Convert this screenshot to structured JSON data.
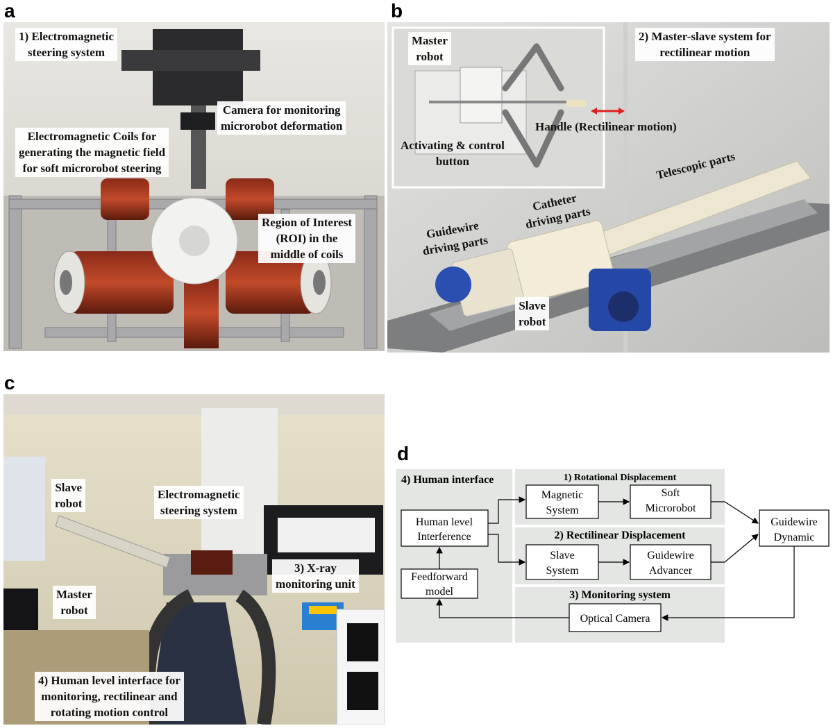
{
  "panels": {
    "a": {
      "letter": "a",
      "labels": {
        "em_steering": [
          "1) Electromagnetic",
          "steering system"
        ],
        "camera": [
          "Camera for monitoring",
          "microrobot deformation"
        ],
        "coils": [
          "Electromagnetic Coils for",
          "generating the magnetic field",
          "for soft microrobot steering"
        ],
        "roi": [
          "Region of Interest",
          "(ROI) in the",
          "middle of coils"
        ]
      }
    },
    "b": {
      "letter": "b",
      "labels": {
        "master_slave": [
          "2) Master-slave system for",
          "rectilinear motion"
        ],
        "master_robot": [
          "Master",
          "robot"
        ],
        "activating": [
          "Activating & control",
          "button"
        ],
        "handle": "Handle (Rectilinear motion)",
        "telescopic": "Telescopic parts",
        "catheter": [
          "Catheter",
          "driving parts"
        ],
        "guidewire": [
          "Guidewire",
          "driving parts"
        ],
        "slave_robot": [
          "Slave",
          "robot"
        ]
      }
    },
    "c": {
      "letter": "c",
      "labels": {
        "slave_robot": [
          "Slave",
          "robot"
        ],
        "em_steering": [
          "Electromagnetic",
          "steering system"
        ],
        "xray": [
          "3) X-ray",
          "monitoring unit"
        ],
        "master_robot": [
          "Master",
          "robot"
        ],
        "human_interface": [
          "4) Human level interface for",
          "monitoring, rectilinear and",
          "rotating motion control"
        ]
      }
    },
    "d": {
      "letter": "d",
      "section_titles": {
        "human_interface": "4) Human interface",
        "rotational": "1) Rotational Displacement",
        "rectilinear": "2) Rectilinear Displacement",
        "monitoring": "3) Monitoring system"
      },
      "blocks": {
        "human_level": [
          "Human level",
          "Interference"
        ],
        "feedforward": [
          "Feedforward",
          "model"
        ],
        "magnetic": [
          "Magnetic",
          "System"
        ],
        "soft": [
          "Soft",
          "Microrobot"
        ],
        "slave": [
          "Slave",
          "System"
        ],
        "advancer": [
          "Guidewire",
          "Advancer"
        ],
        "guidewire_dynamic": [
          "Guidewire",
          "Dynamic"
        ],
        "camera": "Optical Camera"
      }
    }
  }
}
